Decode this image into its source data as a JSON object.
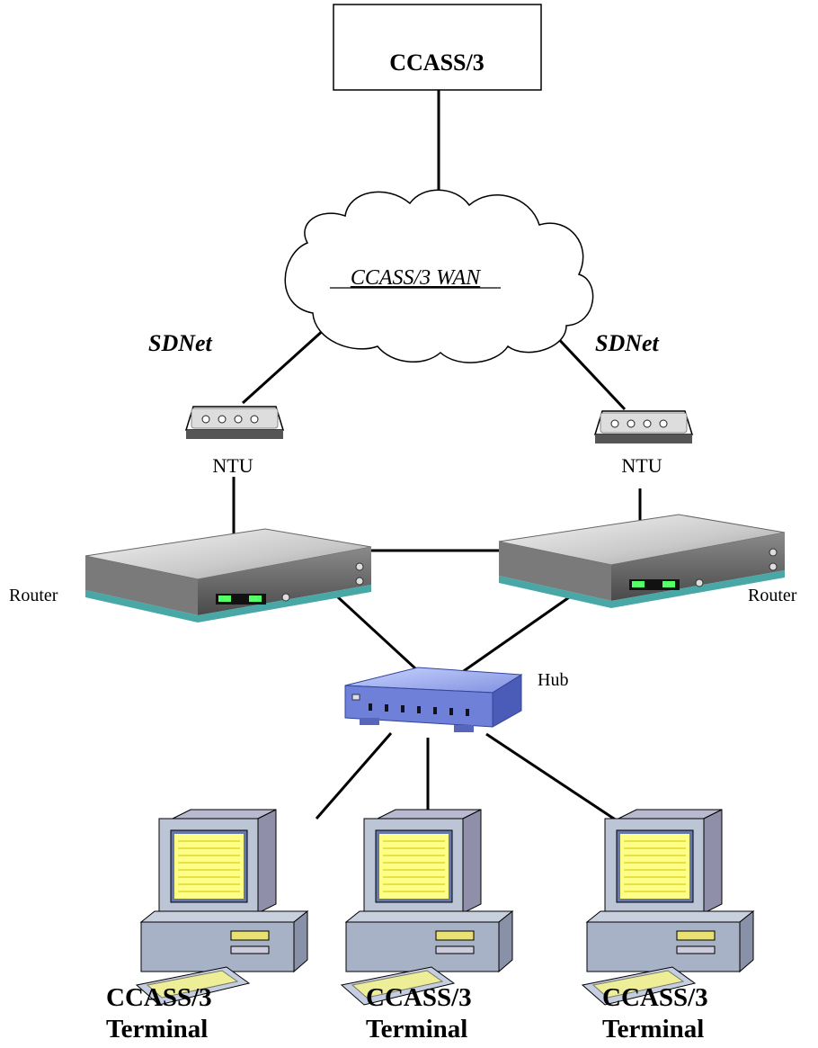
{
  "server": {
    "label": "CCASS/3"
  },
  "wan": {
    "label": "CCASS/3 WAN"
  },
  "links": {
    "left": "SDNet",
    "right": "SDNet"
  },
  "ntu": {
    "left": "NTU",
    "right": "NTU"
  },
  "routers": {
    "left": "Router",
    "right": "Router"
  },
  "hub": {
    "label": "Hub"
  },
  "terminals": [
    {
      "line1": "CCASS/3",
      "line2": "Terminal"
    },
    {
      "line1": "CCASS/3",
      "line2": "Terminal"
    },
    {
      "line1": "CCASS/3",
      "line2": "Terminal"
    }
  ],
  "icons": [
    "server-box",
    "cloud-icon",
    "ntu-icon",
    "router-icon",
    "hub-icon",
    "computer-icon"
  ]
}
